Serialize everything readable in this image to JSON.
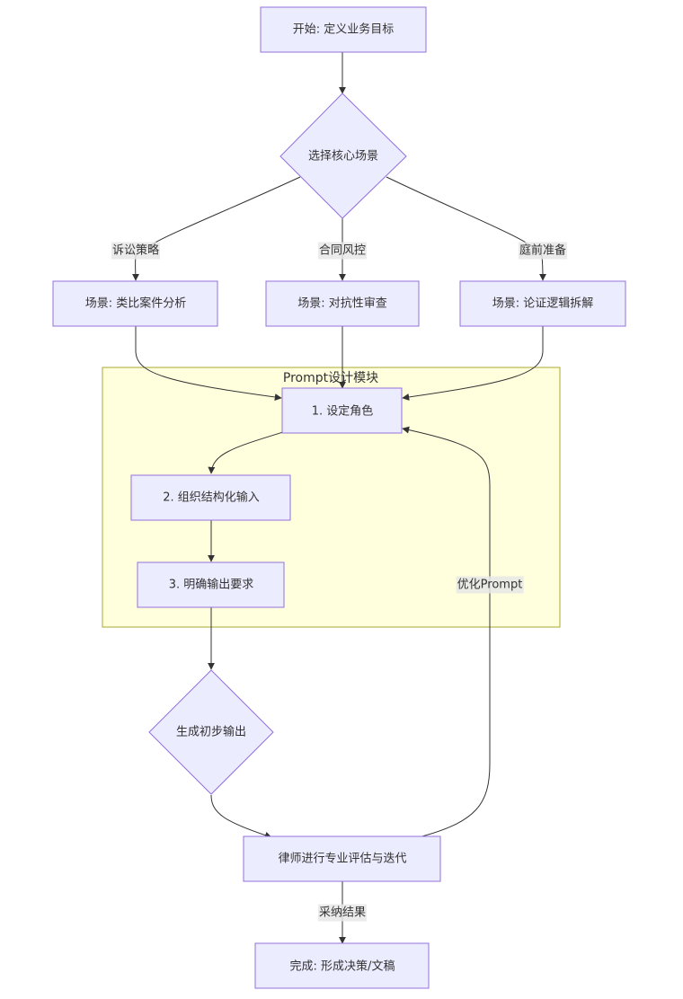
{
  "diagram": {
    "type": "flowchart",
    "direction": "top-down",
    "colors": {
      "node_fill": "#ECECFF",
      "node_border": "#9370DB",
      "cluster_fill": "#FFFFDE",
      "cluster_border": "#AAAA33",
      "edge": "#333333",
      "edge_label_bg": "#E8E8E8",
      "text": "#333333"
    },
    "cluster": {
      "id": "prompt_module",
      "label": "Prompt设计模块"
    },
    "nodes": {
      "start": {
        "label": "开始: 定义业务目标",
        "shape": "rect"
      },
      "choose": {
        "label": "选择核心场景",
        "shape": "diamond"
      },
      "scene_a": {
        "label": "场景: 类比案件分析",
        "shape": "rect"
      },
      "scene_b": {
        "label": "场景: 对抗性审查",
        "shape": "rect"
      },
      "scene_c": {
        "label": "场景: 论证逻辑拆解",
        "shape": "rect"
      },
      "step1": {
        "label": "1. 设定角色",
        "shape": "rect",
        "cluster": "prompt_module"
      },
      "step2": {
        "label": "2. 组织结构化输入",
        "shape": "rect",
        "cluster": "prompt_module"
      },
      "step3": {
        "label": "3. 明确输出要求",
        "shape": "rect",
        "cluster": "prompt_module"
      },
      "generate": {
        "label": "生成初步输出",
        "shape": "diamond"
      },
      "review": {
        "label": "律师进行专业评估与迭代",
        "shape": "rect"
      },
      "done": {
        "label": "完成: 形成决策/文稿",
        "shape": "rect"
      }
    },
    "edges": [
      {
        "from": "start",
        "to": "choose",
        "label": ""
      },
      {
        "from": "choose",
        "to": "scene_a",
        "label": "诉讼策略"
      },
      {
        "from": "choose",
        "to": "scene_b",
        "label": "合同风控"
      },
      {
        "from": "choose",
        "to": "scene_c",
        "label": "庭前准备"
      },
      {
        "from": "scene_a",
        "to": "step1",
        "label": ""
      },
      {
        "from": "scene_b",
        "to": "step1",
        "label": ""
      },
      {
        "from": "scene_c",
        "to": "step1",
        "label": ""
      },
      {
        "from": "step1",
        "to": "step2",
        "label": ""
      },
      {
        "from": "step2",
        "to": "step3",
        "label": ""
      },
      {
        "from": "step3",
        "to": "generate",
        "label": ""
      },
      {
        "from": "generate",
        "to": "review",
        "label": ""
      },
      {
        "from": "review",
        "to": "step1",
        "label": "优化Prompt"
      },
      {
        "from": "review",
        "to": "done",
        "label": "采纳结果"
      }
    ]
  }
}
